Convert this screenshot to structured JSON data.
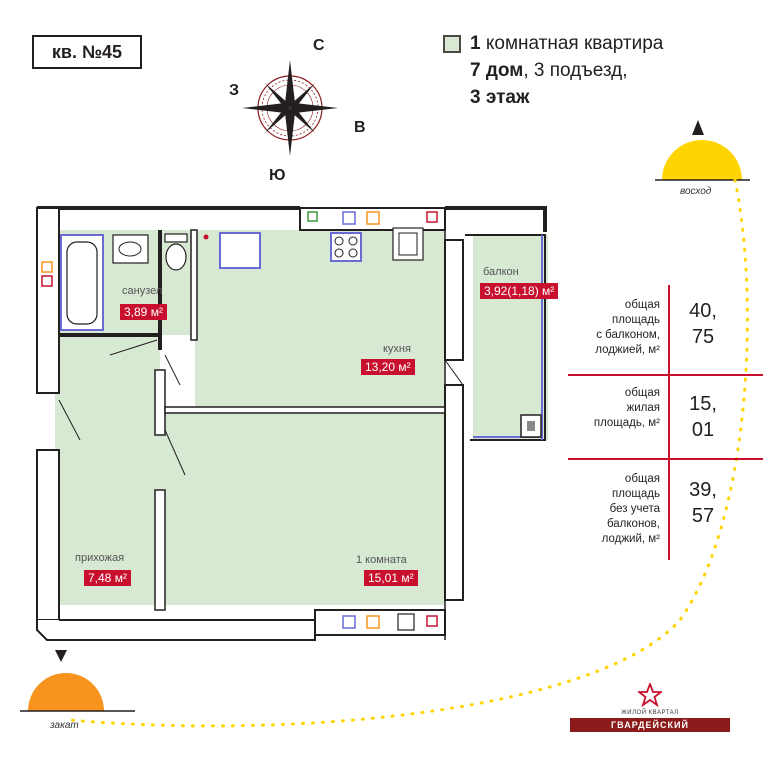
{
  "apartment": {
    "label": "кв. №45"
  },
  "header": {
    "rooms_count": "1",
    "rooms_text": " комнатная квартира",
    "house": "7 дом",
    "entrance": ", 3 подъезд,",
    "floor": "3 этаж"
  },
  "compass": {
    "north": "С",
    "south": "Ю",
    "west": "З",
    "east": "В"
  },
  "sun": {
    "rise_label": "восход",
    "set_label": "закат"
  },
  "rooms": {
    "bathroom": {
      "name": "санузел",
      "area": "3,89 м²"
    },
    "kitchen": {
      "name": "кухня",
      "area": "13,20 м²"
    },
    "balcony": {
      "name": "балкон",
      "area": "3,92(1,18) м²"
    },
    "hall": {
      "name": "прихожая",
      "area": "7,48 м²"
    },
    "room": {
      "name": "1 комната",
      "area": "15,01 м²"
    }
  },
  "stats": [
    {
      "label": "общая\nплощадь\nс балконом,\nлоджией, м²",
      "value": "40,\n75"
    },
    {
      "label": "общая\nжилая\nплощадь, м²",
      "value": "15,\n01"
    },
    {
      "label": "общая\nплощадь\nбез учета\nбалконов,\nлоджий, м²",
      "value": "39,\n57"
    }
  ],
  "logo": {
    "line1": "ЖИЛОЙ КВАРТАЛ",
    "line2": "ГВАРДЕЙСКИЙ"
  },
  "colors": {
    "accent": "#c8102e",
    "room_fill": "#d7e8d3",
    "wall": "#231f20",
    "sun": "#ffd400",
    "sunset": "#f7941d",
    "balcony_glass": "#6b6bd6"
  }
}
